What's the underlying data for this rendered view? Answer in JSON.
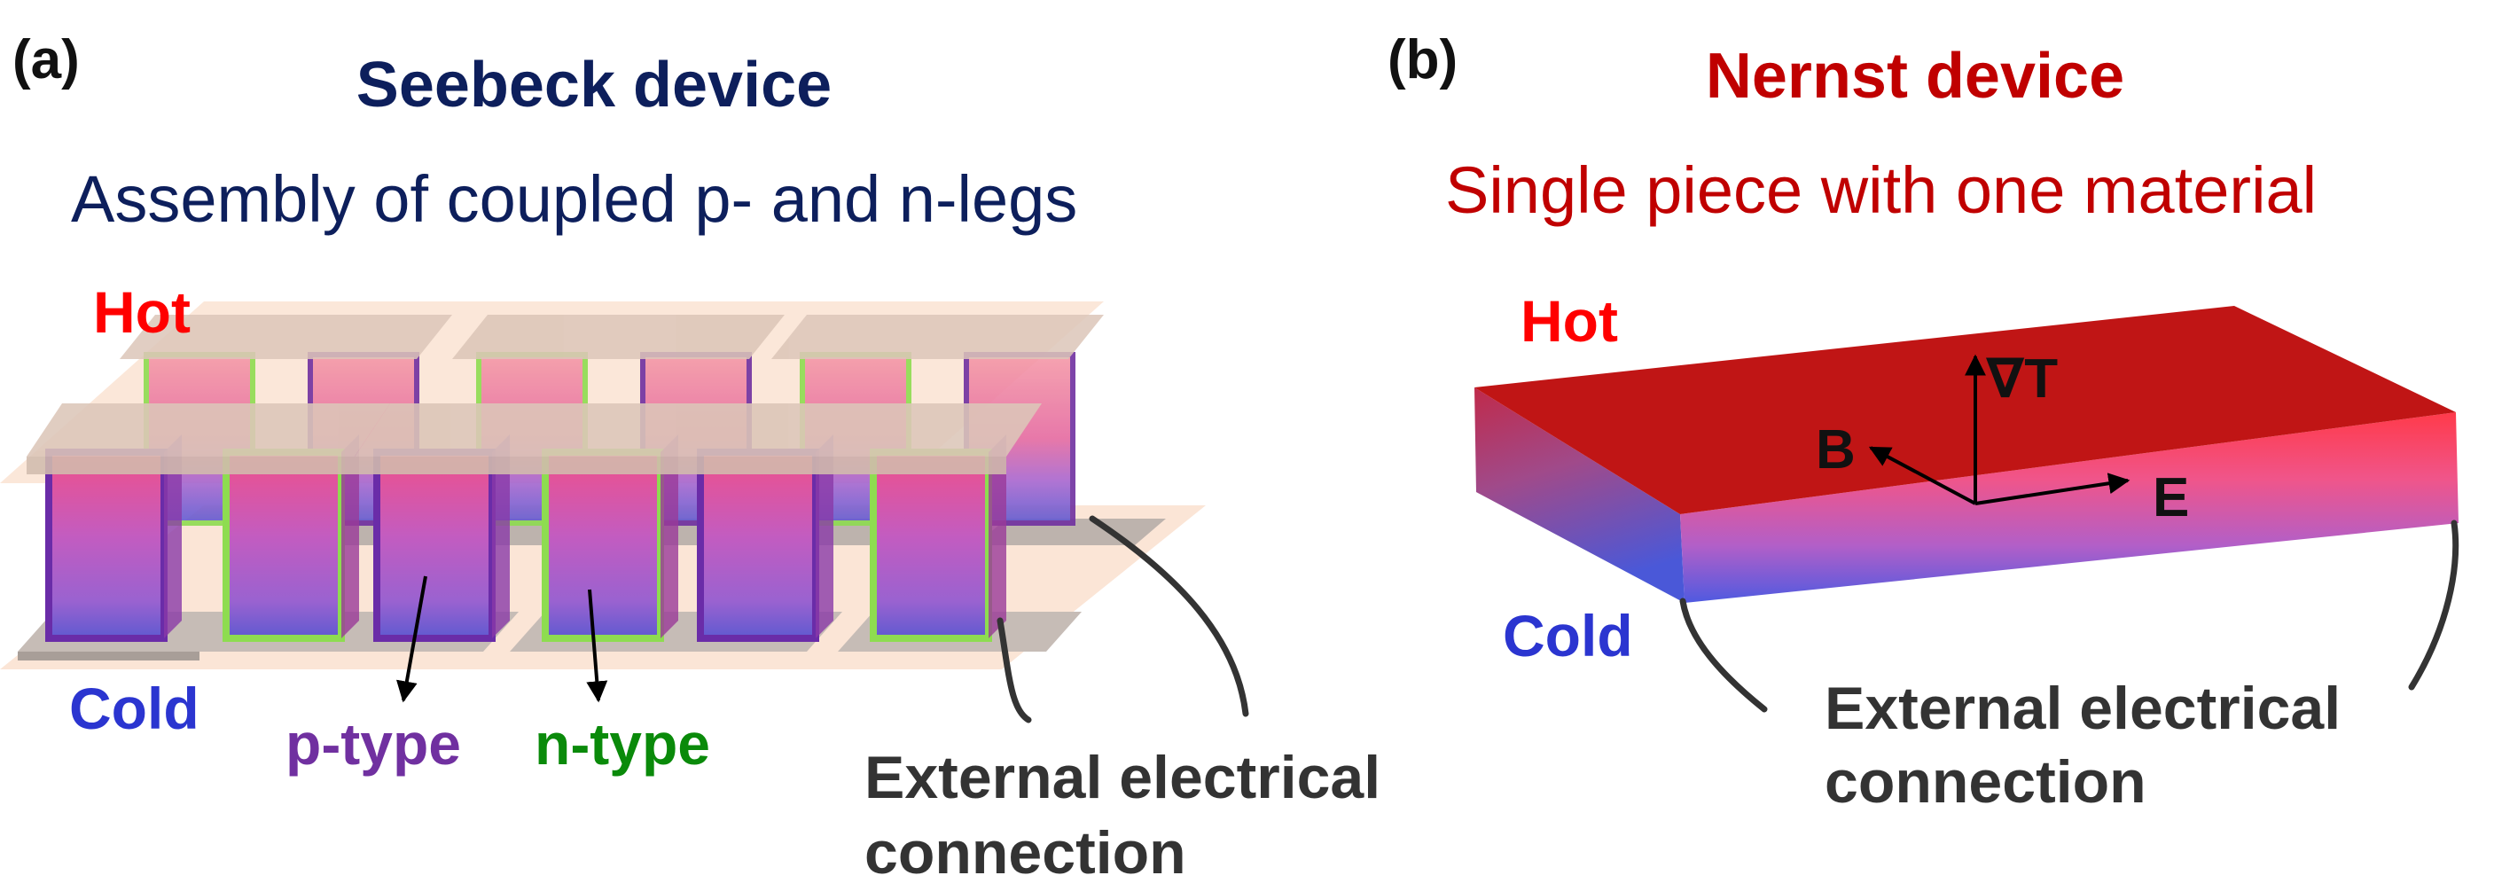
{
  "figure": {
    "panel_a": {
      "label": "(a)",
      "title": "Seebeck device",
      "subtitle": "Assembly of coupled p- and n-legs",
      "hot_label": "Hot",
      "cold_label": "Cold",
      "p_type_label": "p-type",
      "n_type_label": "n-type",
      "external_connection_line1": "External electrical",
      "external_connection_line2": "connection",
      "leg_rows": [
        {
          "row": "back",
          "legs": [
            "n",
            "p",
            "n",
            "p",
            "n",
            "p"
          ]
        },
        {
          "row": "front",
          "legs": [
            "p",
            "n",
            "p",
            "n",
            "p",
            "n"
          ]
        }
      ]
    },
    "panel_b": {
      "label": "(b)",
      "title": "Nernst device",
      "subtitle": "Single piece with one material",
      "hot_label": "Hot",
      "cold_label": "Cold",
      "vectors": {
        "gradient_t": "∇T",
        "magnetic_field": "B",
        "electric_field": "E"
      },
      "external_connection_line1": "External electrical",
      "external_connection_line2": "connection"
    }
  },
  "colors": {
    "seebeck_title": "#0d1f5c",
    "nernst_title": "#c00000",
    "hot": "#ff0000",
    "cold": "#2b35d0",
    "p_type": "#7030a0",
    "n_type": "#0a8a0a",
    "connection_text": "#333333",
    "substrate": "#fbe5d6",
    "electrode": "#c6bcb6",
    "slab_top": "#c01515"
  }
}
